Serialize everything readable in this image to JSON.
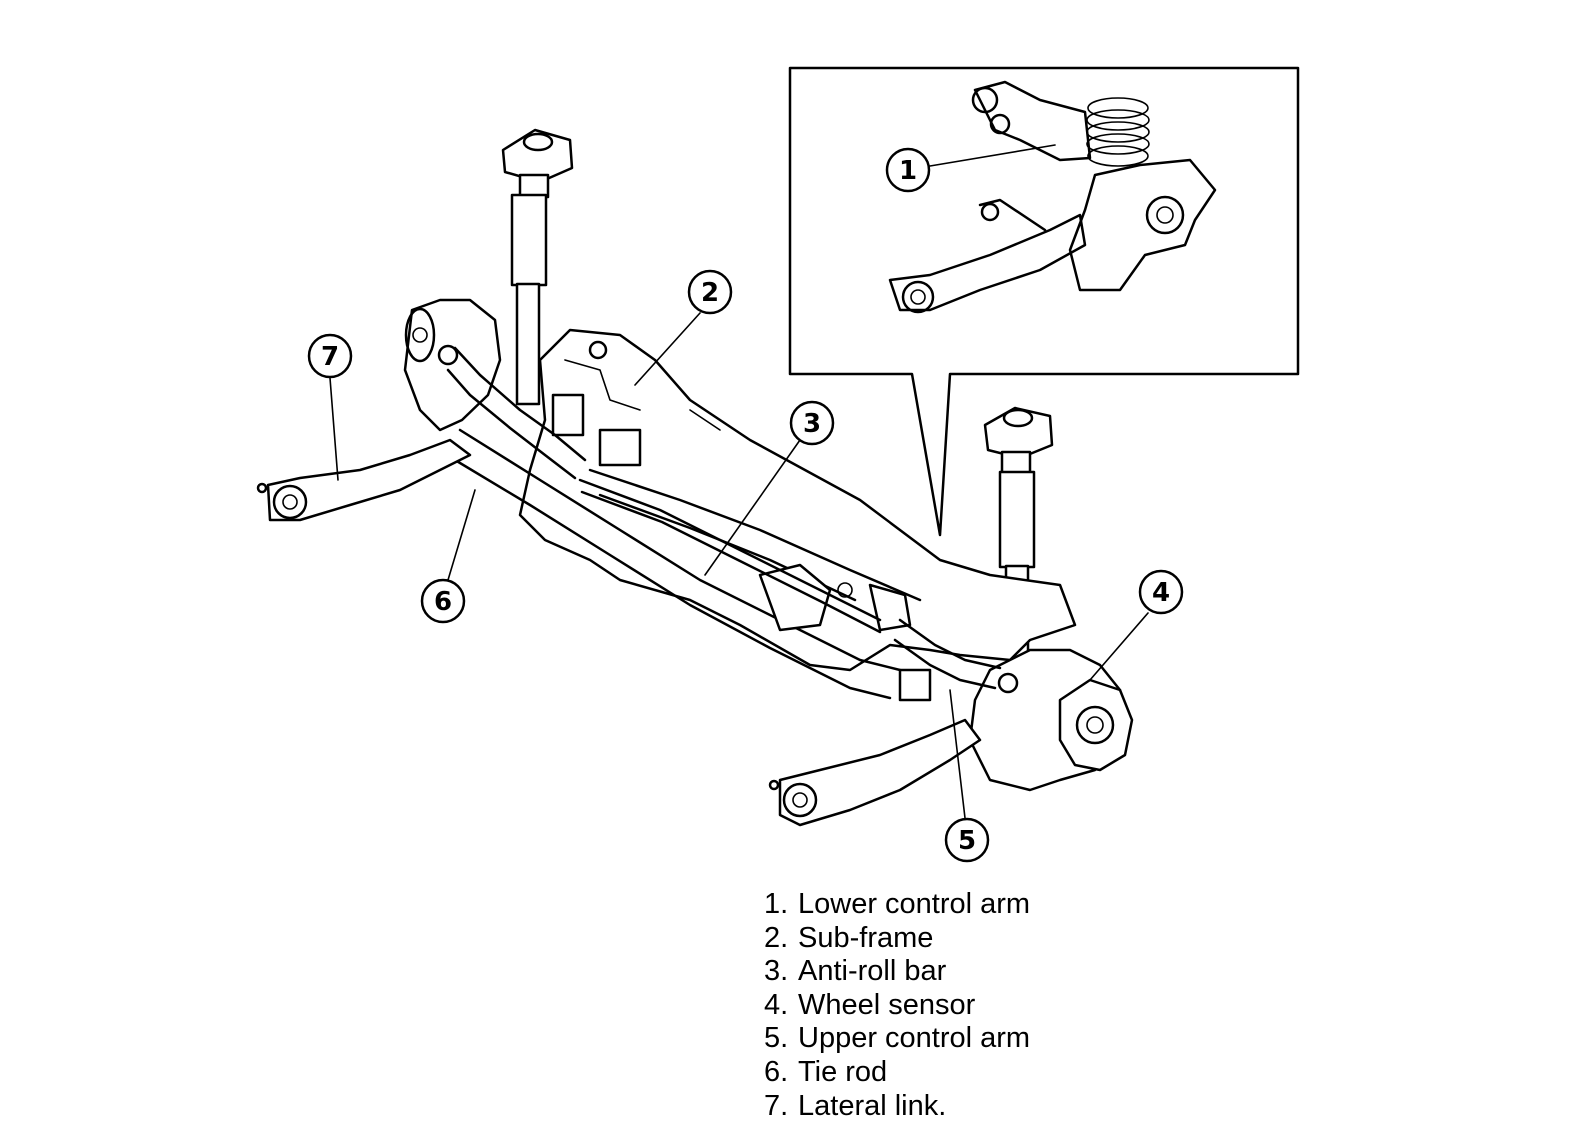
{
  "callouts": [
    "1",
    "2",
    "3",
    "4",
    "5",
    "6",
    "7"
  ],
  "legend": [
    {
      "number": "1.",
      "label": "Lower control arm"
    },
    {
      "number": "2.",
      "label": "Sub-frame"
    },
    {
      "number": "3.",
      "label": "Anti-roll bar"
    },
    {
      "number": "4.",
      "label": "Wheel sensor"
    },
    {
      "number": "5.",
      "label": "Upper control arm"
    },
    {
      "number": "6.",
      "label": "Tie rod"
    },
    {
      "number": "7.",
      "label": "Lateral link."
    }
  ]
}
